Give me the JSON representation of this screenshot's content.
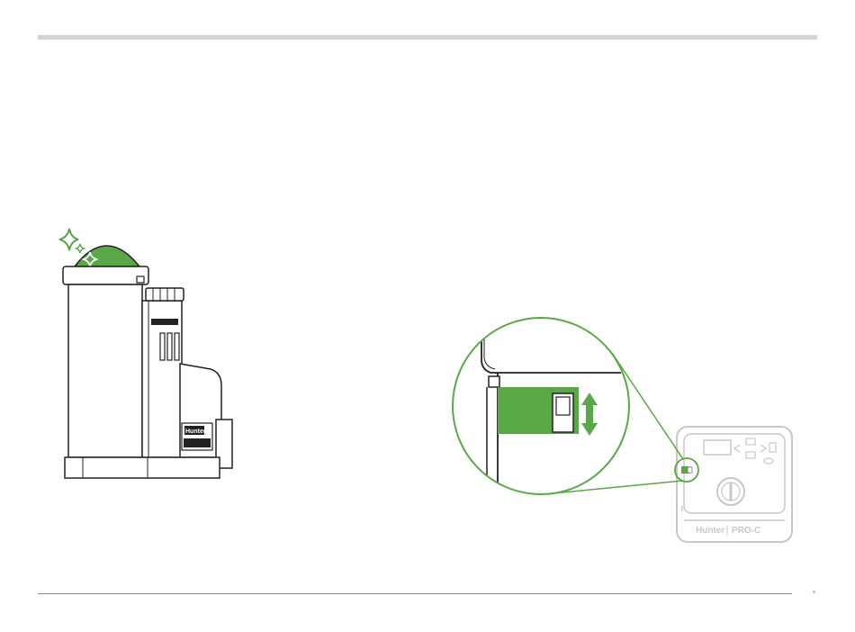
{
  "colors": {
    "accent_green": "#59a845",
    "outline": "#222222",
    "ghost_outline": "#c8c8c8",
    "rule_top": "#d3d3d3",
    "rule_bottom": "#8a8a8a"
  },
  "left_controller": {
    "brand_logo": "Hunter",
    "highlight": "green top dome",
    "sparkle_icons": [
      "sparkle-large",
      "sparkle-small",
      "sparkle-tiny"
    ]
  },
  "right_controller": {
    "brand_logo": "Hunter",
    "model_label": "PRO-C",
    "callout": "magnified switch",
    "arrow_icon": "double-arrow-vertical"
  }
}
